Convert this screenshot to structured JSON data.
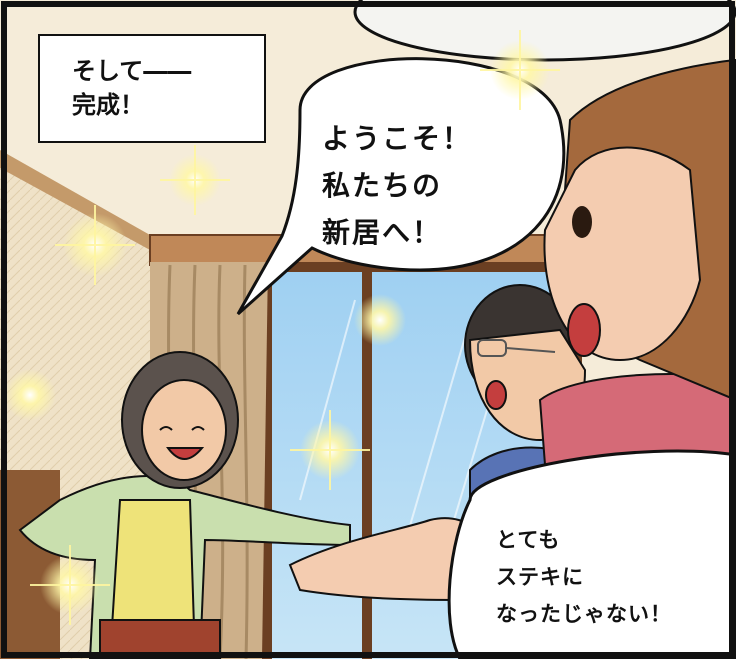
{
  "caption": {
    "lines": [
      "そして――",
      "完成！"
    ]
  },
  "speech_bubbles": [
    {
      "speaker": "daughter",
      "lines": [
        "ようこそ！",
        "私たちの",
        "新居へ！"
      ]
    },
    {
      "speaker": "mother-in-law",
      "lines": [
        "とても",
        "ステキに",
        "なったじゃない！"
      ]
    }
  ],
  "colors": {
    "wall": "#f3ead7",
    "window_sky": "#a9d3ef",
    "window_frame": "#6b3f22",
    "curtain": "#c9ab85",
    "sparkle": "#fff9b0"
  }
}
